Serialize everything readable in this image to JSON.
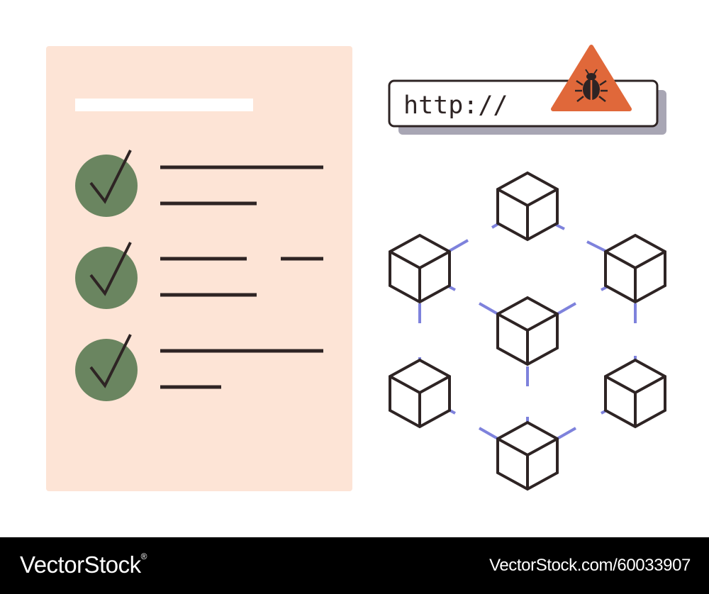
{
  "colors": {
    "document": "#fde4d6",
    "check_circle": "#6a8560",
    "ink": "#2e2424",
    "connector": "#7e82dc",
    "warning": "#e0683a",
    "address_shadow": "#a8a6b4",
    "footer_bg": "#000000",
    "footer_text": "#ffffff"
  },
  "checklist": {
    "items": [
      {
        "checked": true,
        "icon": "check-icon"
      },
      {
        "checked": true,
        "icon": "check-icon"
      },
      {
        "checked": true,
        "icon": "check-icon"
      }
    ]
  },
  "address_bar": {
    "text": "http://",
    "alert_icon": "bug-warning-icon"
  },
  "network": {
    "icon": "cube-icon",
    "node_count": 7
  },
  "footer": {
    "brand": "VectorStock",
    "registered_mark": "®",
    "image_id": "VectorStock.com/60033907"
  }
}
